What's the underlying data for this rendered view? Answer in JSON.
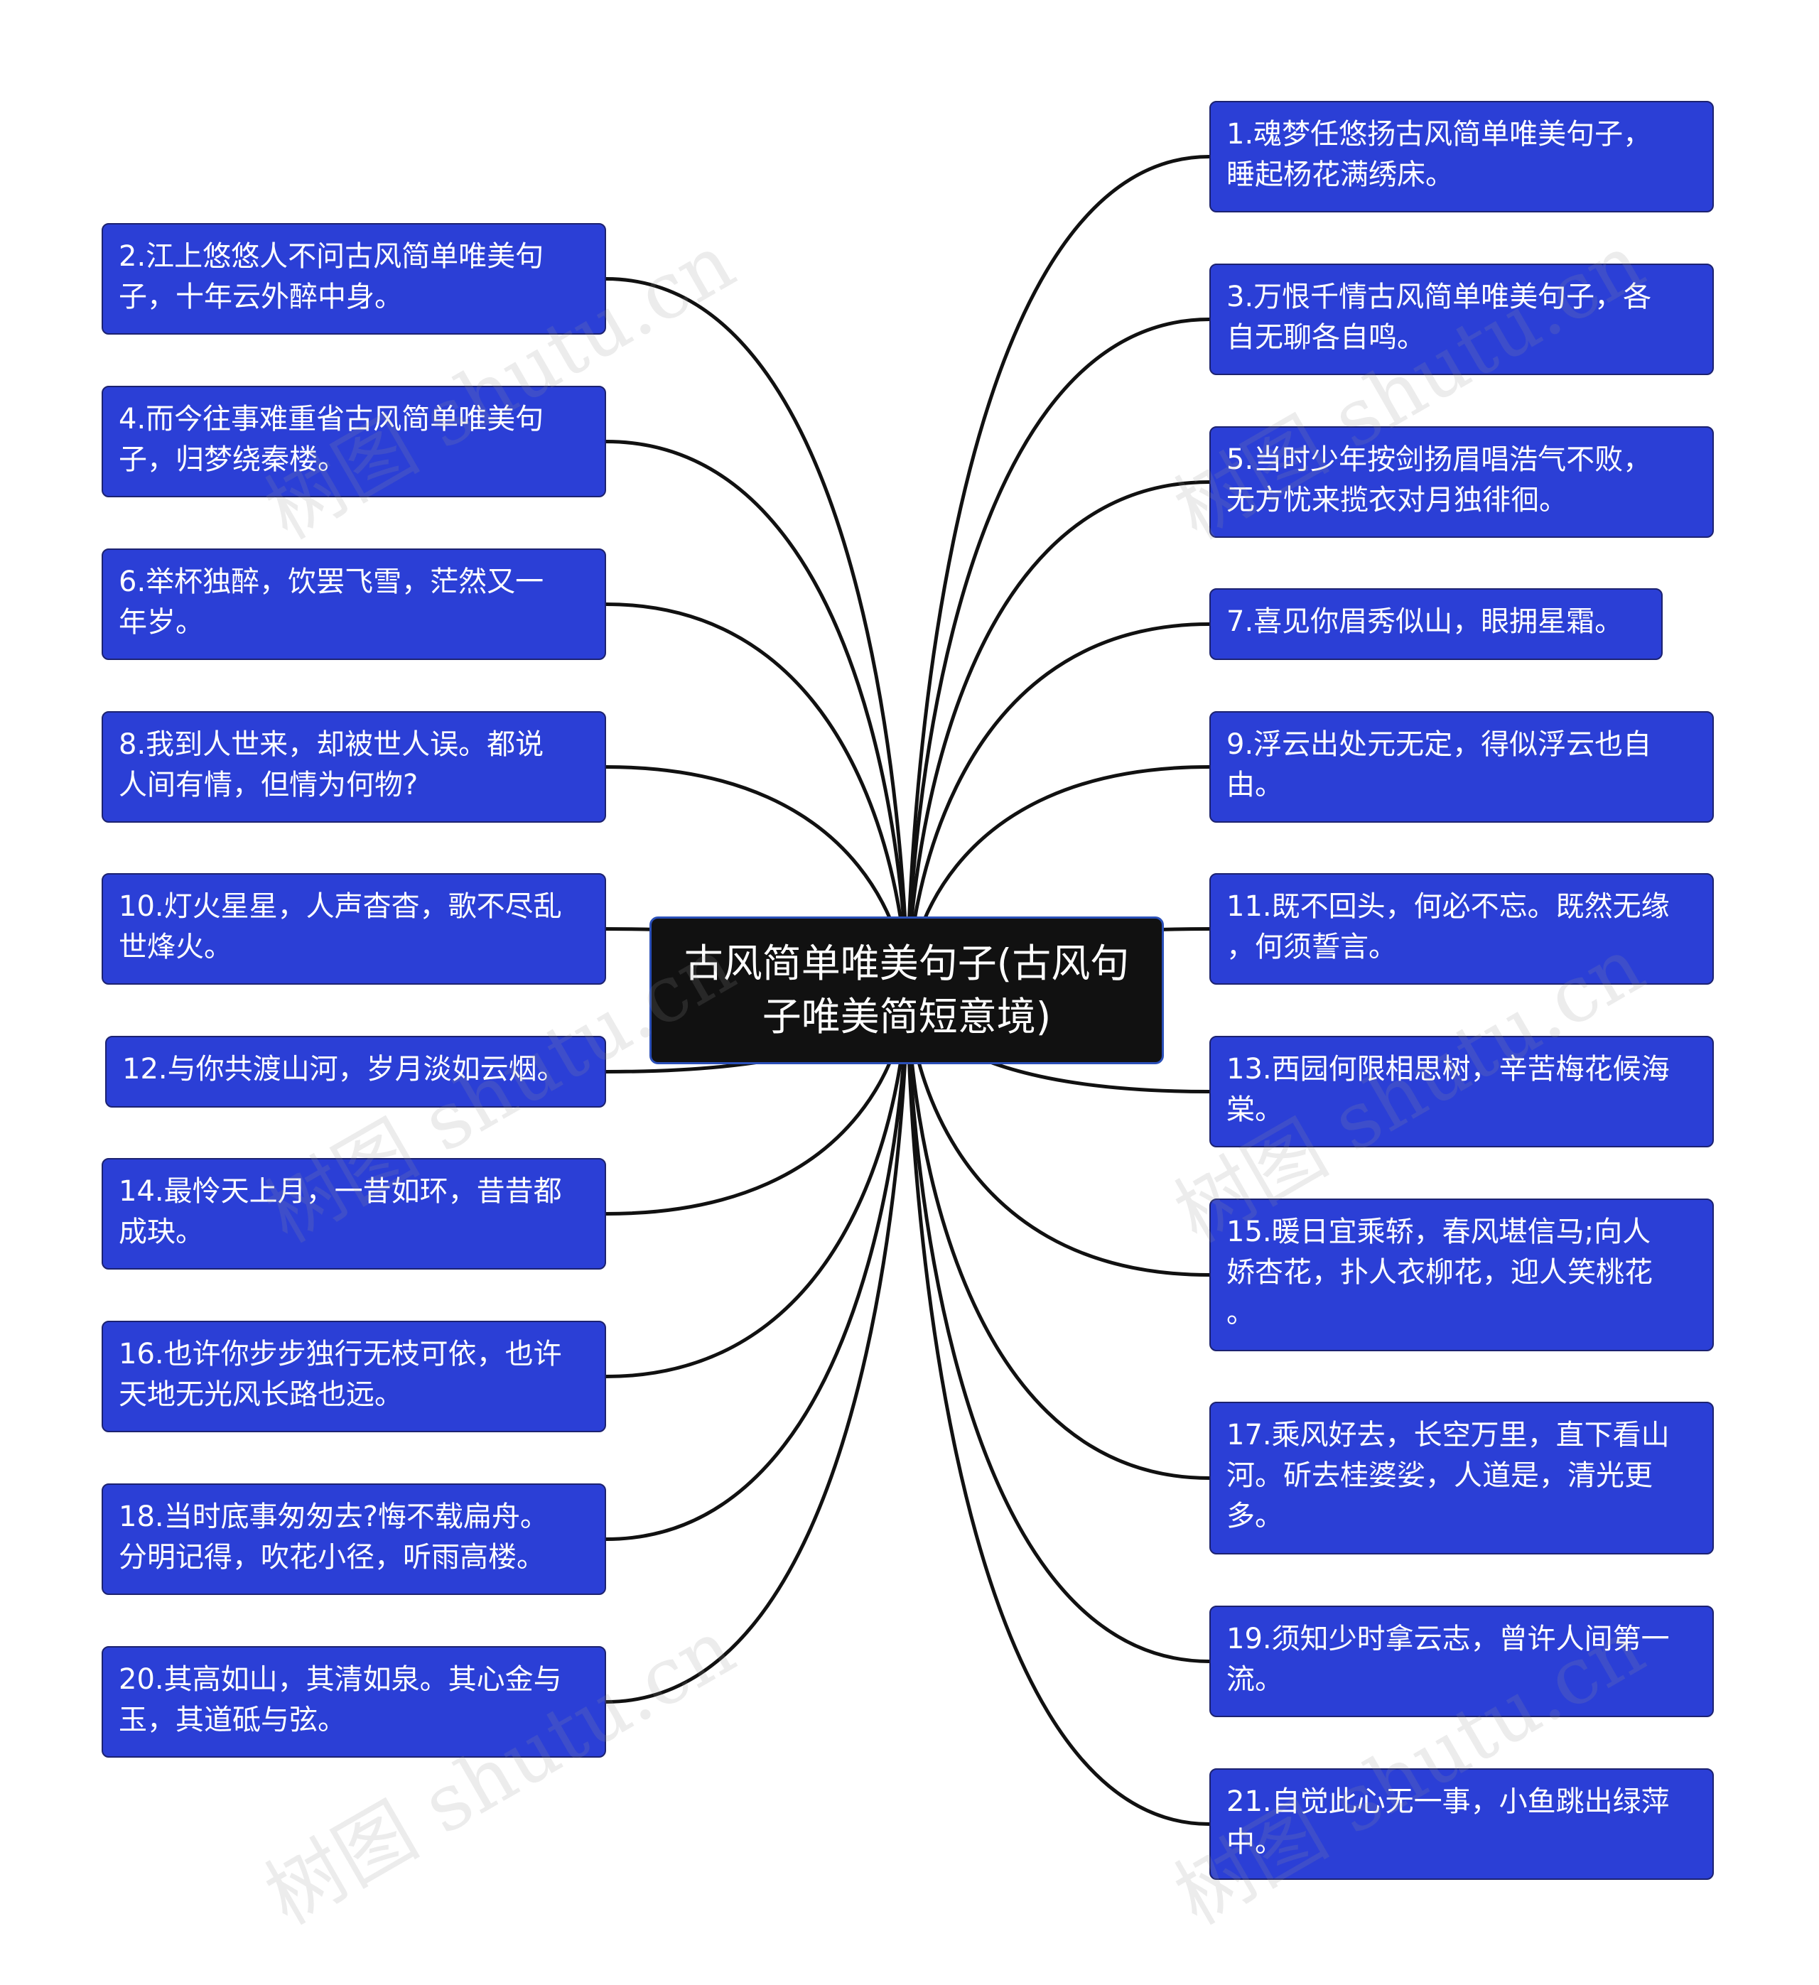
{
  "root": {
    "text": "古风简单唯美句子(古风句\n子唯美简短意境)"
  },
  "nodes": [
    {
      "id": "n1",
      "text": "1.魂梦任悠扬古风简单唯美句子，\n睡起杨花满绣床。"
    },
    {
      "id": "n2",
      "text": "2.江上悠悠人不问古风简单唯美句\n子，十年云外醉中身。"
    },
    {
      "id": "n3",
      "text": "3.万恨千情古风简单唯美句子，各\n自无聊各自鸣。"
    },
    {
      "id": "n4",
      "text": "4.而今往事难重省古风简单唯美句\n子，归梦绕秦楼。"
    },
    {
      "id": "n5",
      "text": "5.当时少年按剑扬眉唱浩气不败，\n无方忧来揽衣对月独徘徊。"
    },
    {
      "id": "n6",
      "text": "6.举杯独醉，饮罢飞雪，茫然又一\n年岁。"
    },
    {
      "id": "n7",
      "text": "7.喜见你眉秀似山，眼拥星霜。"
    },
    {
      "id": "n8",
      "text": "8.我到人世来，却被世人误。都说\n人间有情，但情为何物?"
    },
    {
      "id": "n9",
      "text": "9.浮云出处元无定，得似浮云也自\n由。"
    },
    {
      "id": "n10",
      "text": "10.灯火星星，人声杳杳，歌不尽乱\n世烽火。"
    },
    {
      "id": "n11",
      "text": "11.既不回头，何必不忘。既然无缘\n，何须誓言。"
    },
    {
      "id": "n12",
      "text": "12.与你共渡山河，岁月淡如云烟。"
    },
    {
      "id": "n13",
      "text": "13.西园何限相思树，辛苦梅花候海\n棠。"
    },
    {
      "id": "n14",
      "text": "14.最怜天上月，一昔如环，昔昔都\n成玦。"
    },
    {
      "id": "n15",
      "text": "15.暖日宜乘轿，春风堪信马;向人\n娇杏花，扑人衣柳花，迎人笑桃花\n。"
    },
    {
      "id": "n16",
      "text": "16.也许你步步独行无枝可依，也许\n天地无光风长路也远。"
    },
    {
      "id": "n17",
      "text": "17.乘风好去，长空万里，直下看山\n河。斫去桂婆娑，人道是，清光更\n多。"
    },
    {
      "id": "n18",
      "text": "18.当时底事匆匆去?悔不载扁舟。\n分明记得，吹花小径，听雨高楼。"
    },
    {
      "id": "n19",
      "text": "19.须知少时拿云志，曾许人间第一\n流。"
    },
    {
      "id": "n20",
      "text": "20.其高如山，其清如泉。其心金与\n玉，其道砥与弦。"
    },
    {
      "id": "n21",
      "text": "21.自觉此心无一事，小鱼跳出绿萍\n中。"
    }
  ],
  "watermark": "树图 shutu.cn",
  "colors": {
    "node_fill": "#2b3fd6",
    "root_fill": "#111111",
    "link": "#111111"
  }
}
